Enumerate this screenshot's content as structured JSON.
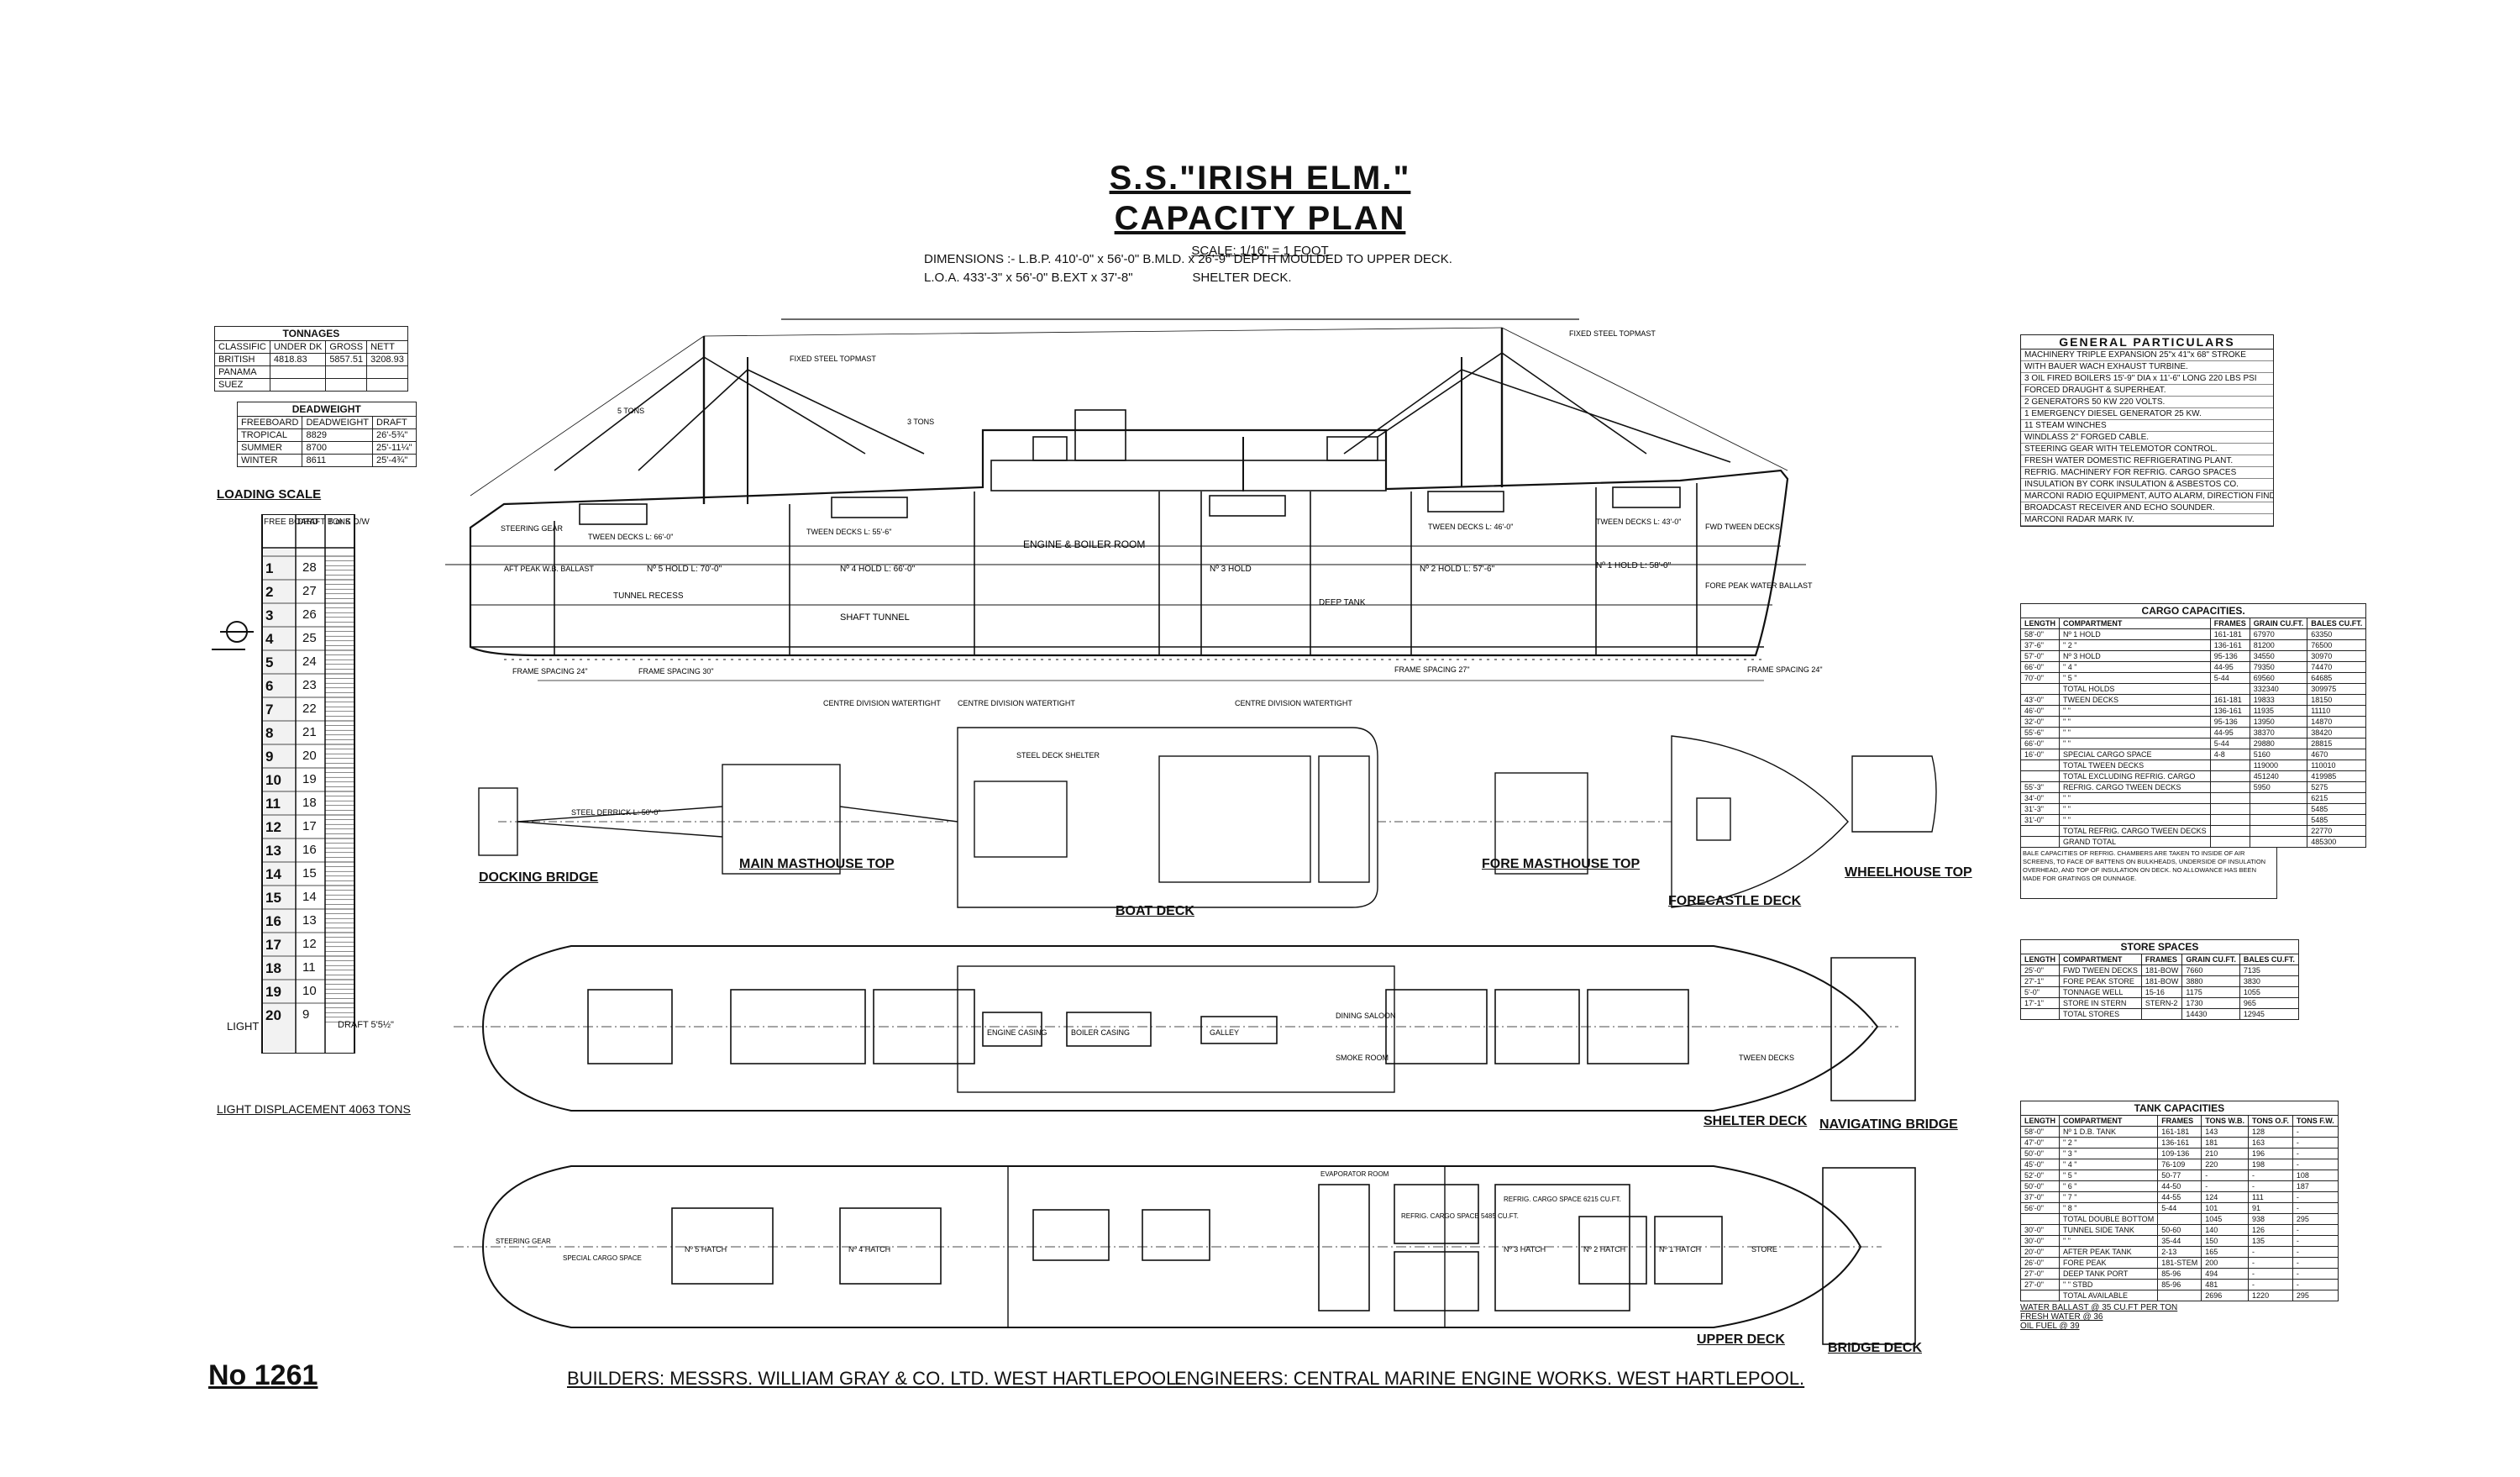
{
  "title": {
    "line1": "S.S.\"IRISH ELM.\"",
    "line2": "CAPACITY PLAN",
    "scale": "SCALE: 1/16\" = 1 FOOT",
    "dims1": "DIMENSIONS :- L.B.P. 410'-0\" x 56'-0\" B.MLD. x 26'-9\" DEPTH MOULDED TO UPPER DECK.",
    "dims2": "L.O.A. 433'-3\" x 56'-0\" B.EXT x 37'-8\"                 SHELTER DECK."
  },
  "tonnages": {
    "heading": "TONNAGES",
    "columns": [
      "CLASSIFIC",
      "UNDER DK",
      "GROSS",
      "NETT"
    ],
    "rows": [
      [
        "BRITISH",
        "4818.83",
        "5857.51",
        "3208.93"
      ],
      [
        "PANAMA",
        "",
        "",
        ""
      ],
      [
        "SUEZ",
        "",
        "",
        ""
      ]
    ]
  },
  "deadweight": {
    "heading": "DEADWEIGHT",
    "columns": [
      "FREEBOARD",
      "DEADWEIGHT",
      "DRAFT"
    ],
    "rows": [
      [
        "TROPICAL",
        "8829",
        "26'-5¾\""
      ],
      [
        "SUMMER",
        "8700",
        "25'-11¼\""
      ],
      [
        "WINTER",
        "8611",
        "25'-4¾\""
      ]
    ]
  },
  "loading_scale": {
    "heading": "LOADING SCALE",
    "col_freeboard": "FREE BOARD",
    "col_draft": "DRAFT B or K",
    "col_tons": "TONS D/W",
    "marks": [
      "1",
      "2",
      "3",
      "4",
      "5",
      "6",
      "7",
      "8",
      "9",
      "10",
      "11",
      "12",
      "13",
      "14",
      "15",
      "16",
      "17",
      "18",
      "19",
      "20"
    ],
    "draft_marks": [
      "28",
      "27",
      "26",
      "25",
      "24",
      "23",
      "22",
      "21",
      "20",
      "19",
      "18",
      "17",
      "16",
      "15",
      "14",
      "13",
      "12",
      "11",
      "10",
      "9"
    ],
    "light_label": "LIGHT",
    "draft_label": "DRAFT 5'5½\"",
    "light_displacement": "LIGHT DISPLACEMENT 4063 TONS"
  },
  "general_particulars": {
    "heading": "GENERAL PARTICULARS",
    "lines": [
      "MACHINERY TRIPLE EXPANSION 25\"x 41\"x 68\" STROKE",
      "WITH BAUER WACH EXHAUST TURBINE.",
      "3 OIL FIRED BOILERS 15'-9\" DIA x 11'-6\" LONG 220 LBS PSI",
      "FORCED DRAUGHT & SUPERHEAT.",
      "2 GENERATORS 50 KW 220 VOLTS.",
      "1 EMERGENCY DIESEL GENERATOR 25 KW.",
      "11 STEAM WINCHES",
      "WINDLASS 2\" FORGED CABLE.",
      "STEERING GEAR WITH TELEMOTOR CONTROL.",
      "FRESH WATER DOMESTIC REFRIGERATING PLANT.",
      "REFRIG. MACHINERY FOR REFRIG. CARGO SPACES",
      "INSULATION BY CORK INSULATION & ASBESTOS CO.",
      "MARCONI RADIO EQUIPMENT, AUTO ALARM, DIRECTION FINDER.",
      "BROADCAST RECEIVER AND ECHO SOUNDER.",
      "MARCONI RADAR MARK IV."
    ]
  },
  "cargo_capacities": {
    "heading": "CARGO CAPACITIES.",
    "columns": [
      "LENGTH",
      "COMPARTMENT",
      "FRAMES",
      "GRAIN CU.FT.",
      "BALES CU.FT."
    ],
    "rows": [
      [
        "58'-0\"",
        "Nº 1 HOLD",
        "161-181",
        "67970",
        "63350"
      ],
      [
        "37'-6\"",
        "  \"  2   \"",
        "136-161",
        "81200",
        "76500"
      ],
      [
        "57'-0\"",
        "Nº 3 HOLD",
        "95-136",
        "34550",
        "30970"
      ],
      [
        "66'-0\"",
        "  \"  4   \"",
        "44-95",
        "79350",
        "74470"
      ],
      [
        "70'-0\"",
        "  \"  5   \"",
        "5-44",
        "69560",
        "64685"
      ],
      [
        "",
        "TOTAL HOLDS",
        "",
        "332340",
        "309975"
      ],
      [
        "43'-0\"",
        "TWEEN DECKS",
        "161-181",
        "19833",
        "18150"
      ],
      [
        "46'-0\"",
        "  \"    \"",
        "136-161",
        "11935",
        "11110"
      ],
      [
        "32'-0\"",
        "  \"    \"",
        "95-136",
        "13950",
        "14870"
      ],
      [
        "55'-6\"",
        "  \"    \"",
        "44-95",
        "38370",
        "38420"
      ],
      [
        "66'-0\"",
        "  \"    \"",
        "5-44",
        "29880",
        "28815"
      ],
      [
        "16'-0\"",
        "SPECIAL CARGO SPACE",
        "4-8",
        "5160",
        "4670"
      ],
      [
        "",
        "TOTAL TWEEN DECKS",
        "",
        "119000",
        "110010"
      ],
      [
        "",
        "TOTAL EXCLUDING REFRIG. CARGO",
        "",
        "451240",
        "419985"
      ],
      [
        "55'-3\"",
        "REFRIG. CARGO TWEEN DECKS",
        "",
        "5950",
        "5275"
      ],
      [
        "34'-0\"",
        "  \"  \"",
        "",
        "",
        "6215"
      ],
      [
        "31'-3\"",
        "  \"  \"",
        "",
        "",
        "5485"
      ],
      [
        "31'-0\"",
        "  \"  \"",
        "",
        "",
        "5485"
      ],
      [
        "",
        "TOTAL REFRIG. CARGO TWEEN DECKS",
        "",
        "",
        "22770"
      ],
      [
        "",
        "GRAND TOTAL",
        "",
        "",
        "485300"
      ]
    ],
    "note": "BALE CAPACITIES OF REFRIG. CHAMBERS ARE TAKEN TO INSIDE OF AIR SCREENS, TO FACE OF BATTENS ON BULKHEADS, UNDERSIDE OF INSULATION OVERHEAD, AND TOP OF INSULATION ON DECK. NO ALLOWANCE HAS BEEN MADE FOR GRATINGS OR DUNNAGE."
  },
  "store_spaces": {
    "heading": "STORE SPACES",
    "columns": [
      "LENGTH",
      "COMPARTMENT",
      "FRAMES",
      "GRAIN CU.FT.",
      "BALES CU.FT."
    ],
    "rows": [
      [
        "25'-0\"",
        "FWD TWEEN DECKS",
        "181-BOW",
        "7660",
        "7135"
      ],
      [
        "27'-1\"",
        "FORE PEAK STORE",
        "181-BOW",
        "3880",
        "3830"
      ],
      [
        "5'-0\"",
        "TONNAGE WELL",
        "15-16",
        "1175",
        "1055"
      ],
      [
        "17'-1\"",
        "STORE IN STERN",
        "STERN-2",
        "1730",
        "965"
      ],
      [
        "",
        "TOTAL STORES",
        "",
        "14430",
        "12945"
      ]
    ]
  },
  "tank_capacities": {
    "heading": "TANK CAPACITIES",
    "columns": [
      "LENGTH",
      "COMPARTMENT",
      "FRAMES",
      "TONS W.B.",
      "TONS O.F.",
      "TONS F.W."
    ],
    "rows": [
      [
        "58'-0\"",
        "Nº 1 D.B. TANK",
        "161-181",
        "143",
        "128",
        "-"
      ],
      [
        "47'-0\"",
        "  \"  2  \"",
        "136-161",
        "181",
        "163",
        "-"
      ],
      [
        "50'-0\"",
        "  \"  3  \"",
        "109-136",
        "210",
        "196",
        "-"
      ],
      [
        "45'-0\"",
        "  \"  4  \"",
        "76-109",
        "220",
        "198",
        "-"
      ],
      [
        "52'-0\"",
        "  \"  5  \"",
        "50-77",
        "-",
        "-",
        "108"
      ],
      [
        "50'-0\"",
        "  \"  6  \"",
        "44-50",
        "-",
        "-",
        "187"
      ],
      [
        "37'-0\"",
        "  \"  7  \"",
        "44-55",
        "124",
        "111",
        "-"
      ],
      [
        "56'-0\"",
        "  \"  8  \"",
        "5-44",
        "101",
        "91",
        "-"
      ],
      [
        "",
        "TOTAL DOUBLE BOTTOM",
        "",
        "1045",
        "938",
        "295"
      ],
      [
        "30'-0\"",
        "TUNNEL SIDE TANK",
        "50-60",
        "140",
        "126",
        "-"
      ],
      [
        "30'-0\"",
        "  \"  \"",
        "35-44",
        "150",
        "135",
        "-"
      ],
      [
        "20'-0\"",
        "AFTER PEAK TANK",
        "2-13",
        "165",
        "-",
        "-"
      ],
      [
        "26'-0\"",
        "FORE PEAK",
        "181-STEM",
        "200",
        "-",
        "-"
      ],
      [
        "27'-0\"",
        "DEEP TANK PORT",
        "85-96",
        "494",
        "-",
        "-"
      ],
      [
        "27'-0\"",
        "  \"  \"  STBD",
        "85-96",
        "481",
        "-",
        "-"
      ],
      [
        "",
        "TOTAL AVAILABLE",
        "",
        "2696",
        "1220",
        "295"
      ]
    ],
    "water_ballast": "WATER BALLAST @ 35 CU.FT PER TON",
    "fresh_water": "FRESH WATER @ 36",
    "oil_fuel": "OIL FUEL @ 39"
  },
  "profile": {
    "labels": {
      "engine": "ENGINE & BOILER ROOM",
      "tunnel": "TUNNEL RECESS",
      "shaft_tunnel": "SHAFT TUNNEL",
      "hold5": "Nº 5 HOLD L: 70'-0\"",
      "hold4": "Nº 4 HOLD L: 66'-0\"",
      "hold3": "Nº 3 HOLD",
      "hold2": "Nº 2 HOLD L: 57'-6\"",
      "hold1": "Nº 1 HOLD L: 58'-0\"",
      "deep_tank": "DEEP TANK",
      "fore_peak": "FORE PEAK WATER BALLAST",
      "aft_peak": "AFT PEAK W.B. BALLAST",
      "steering": "STEERING GEAR",
      "tween5": "TWEEN DECKS L: 66'-0\"",
      "tween4": "TWEEN DECKS L: 55'-6\"",
      "tween2": "TWEEN DECKS L: 46'-0\"",
      "tween1": "TWEEN DECKS L: 43'-0\"",
      "bow_fwd": "FWD TWEEN DECKS",
      "frame_spacing_a": "FRAME SPACING 24\"",
      "frame_spacing_b": "FRAME SPACING 30\"",
      "frame_spacing_c": "FRAME SPACING 27\"",
      "frame_spacing_d": "FRAME SPACING 24\"",
      "centre_division_a": "CENTRE DIVISION WATERTIGHT",
      "centre_division_b": "CENTRE DIVISION WATERTIGHT",
      "centre_division_c": "CENTRE DIVISION WATERTIGHT",
      "fixed_steel_a": "FIXED STEEL TOPMAST",
      "fixed_steel_b": "FIXED STEEL TOPMAST",
      "tons_5": "5 TONS",
      "tons_3": "3 TONS"
    }
  },
  "plans": {
    "docking_bridge": "DOCKING BRIDGE",
    "main_masthouse": "MAIN MASTHOUSE TOP",
    "boat_deck": "BOAT DECK",
    "fore_masthouse": "FORE MASTHOUSE TOP",
    "forecastle_deck": "FORECASTLE DECK",
    "wheelhouse_top": "WHEELHOUSE TOP",
    "shelter_deck": "SHELTER DECK",
    "navigating_bridge": "NAVIGATING BRIDGE",
    "upper_deck": "UPPER DECK",
    "bridge_deck": "BRIDGE DECK",
    "steel_derrick": "STEEL DERRICK L: 50'-0\"",
    "steel_deck_shelter": "STEEL DECK SHELTER",
    "engine_casing": "ENGINE CASING",
    "boiler_casing": "BOILER CASING",
    "galley": "GALLEY",
    "refrig_cargo_a": "REFRIG. CARGO SPACE 5485 CU.FT.",
    "refrig_cargo_b": "REFRIG. CARGO SPACE 6215 CU.FT.",
    "evaporator": "EVAPORATOR ROOM",
    "steering_gear": "STEERING GEAR",
    "special_cargo": "SPECIAL CARGO SPACE",
    "store": "STORE",
    "hatch5": "Nº 5 HATCH",
    "hatch4": "Nº 4 HATCH",
    "hatch3": "Nº 3 HATCH",
    "hatch2": "Nº 2 HATCH",
    "hatch1": "Nº 1 HATCH",
    "dining": "DINING SALOON",
    "smoke": "SMOKE ROOM",
    "tween_decks": "TWEEN DECKS"
  },
  "footer": {
    "doc_number": "No 1261",
    "builders": "BUILDERS: MESSRS. WILLIAM GRAY & CO. LTD. WEST HARTLEPOOL.",
    "engineers": "ENGINEERS: CENTRAL MARINE ENGINE WORKS. WEST HARTLEPOOL."
  }
}
